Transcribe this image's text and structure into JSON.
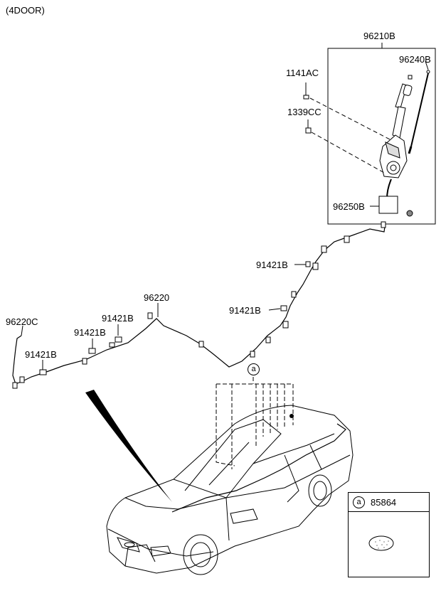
{
  "header": {
    "variant": "(4DOOR)"
  },
  "assembly_box": {
    "part": "96210B"
  },
  "parts": {
    "p96240B": "96240B",
    "p1141AC": "1141AC",
    "p1339CC": "1339CC",
    "p96250B": "96250B",
    "p91421B_a": "91421B",
    "p91421B_b": "91421B",
    "p96220": "96220",
    "p96220C": "96220C",
    "p91421B_c": "91421B",
    "p91421B_d": "91421B",
    "p91421B_e": "91421B"
  },
  "callout": {
    "marker": "a"
  },
  "detail": {
    "marker": "a",
    "part": "85864"
  }
}
